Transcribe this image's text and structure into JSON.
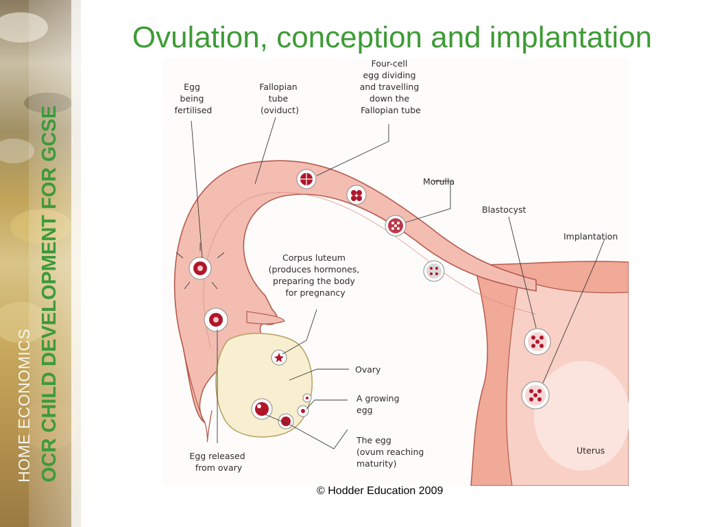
{
  "sidebar": {
    "subject": "HOME ECONOMICS",
    "course": "OCR CHILD DEVELOPMENT FOR GCSE"
  },
  "slide": {
    "title": "Ovulation, conception and implantation",
    "copyright": "© Hodder Education 2009"
  },
  "diagram": {
    "labels": {
      "egg_fertilised": [
        "Egg",
        "being",
        "fertilised"
      ],
      "fallopian_tube": [
        "Fallopian",
        "tube",
        "(oviduct)"
      ],
      "four_cell": [
        "Four-cell",
        "egg dividing",
        "and travelling",
        "down the",
        "Fallopian tube"
      ],
      "morulla": [
        "Morulla"
      ],
      "blastocyst": [
        "Blastocyst"
      ],
      "implantation": [
        "Implantation"
      ],
      "corpus_luteum": [
        "Corpus luteum",
        "(produces hormones,",
        "preparing the body",
        "for pregnancy"
      ],
      "ovary": [
        "Ovary"
      ],
      "growing_egg": [
        "A growing",
        "egg"
      ],
      "the_egg": [
        "The egg",
        "(ovum reaching",
        "maturity)"
      ],
      "egg_released": [
        "Egg released",
        "from ovary"
      ],
      "uterus": [
        "Uterus"
      ]
    }
  },
  "colors": {
    "title_green": "#3d9b35",
    "tube_pink": "#f3bdb2",
    "tube_outline": "#b55a4d",
    "ovary_yellow": "#f7efcf",
    "egg_red": "#b0162a"
  }
}
